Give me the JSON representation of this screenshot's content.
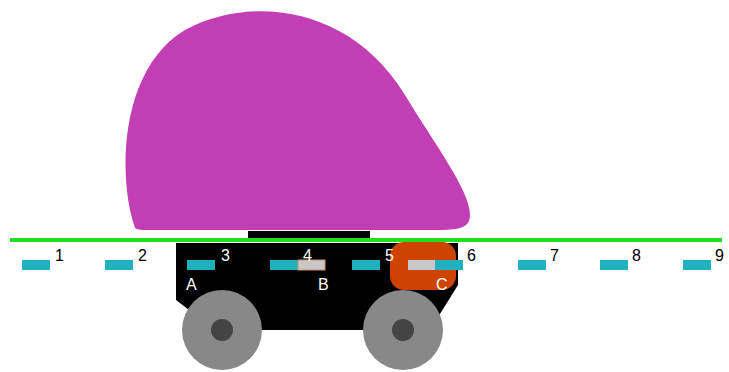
{
  "diagram": {
    "labels": [
      "1",
      "2",
      "3",
      "4",
      "5",
      "6",
      "7",
      "8",
      "9",
      "A",
      "B",
      "C"
    ]
  }
}
